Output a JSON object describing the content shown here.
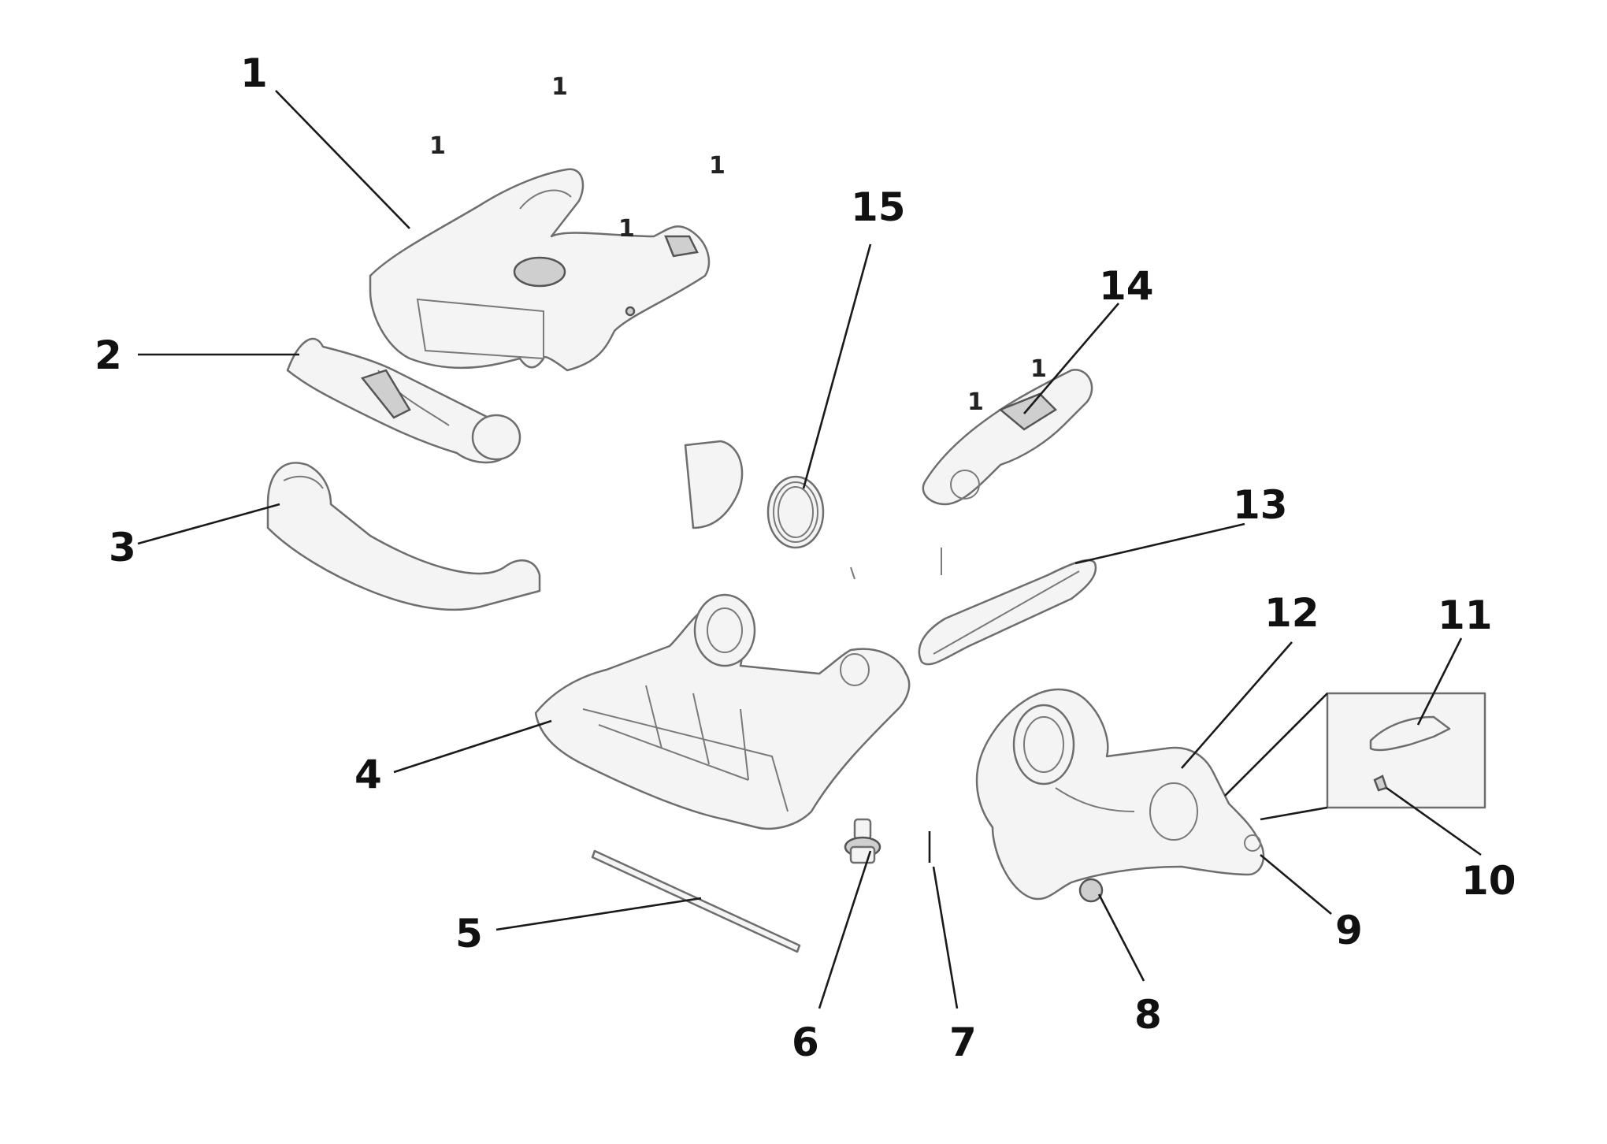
{
  "callouts": [
    {
      "id": "1",
      "label": "1"
    },
    {
      "id": "2",
      "label": "2"
    },
    {
      "id": "3",
      "label": "3"
    },
    {
      "id": "4",
      "label": "4"
    },
    {
      "id": "5",
      "label": "5"
    },
    {
      "id": "6",
      "label": "6"
    },
    {
      "id": "7",
      "label": "7"
    },
    {
      "id": "8",
      "label": "8"
    },
    {
      "id": "9",
      "label": "9"
    },
    {
      "id": "10",
      "label": "10"
    },
    {
      "id": "11",
      "label": "11"
    },
    {
      "id": "12",
      "label": "12"
    },
    {
      "id": "13",
      "label": "13"
    },
    {
      "id": "14",
      "label": "14"
    },
    {
      "id": "15",
      "label": "15"
    }
  ],
  "screw_marks": [
    "1",
    "1",
    "1",
    "1",
    "1",
    "1"
  ]
}
